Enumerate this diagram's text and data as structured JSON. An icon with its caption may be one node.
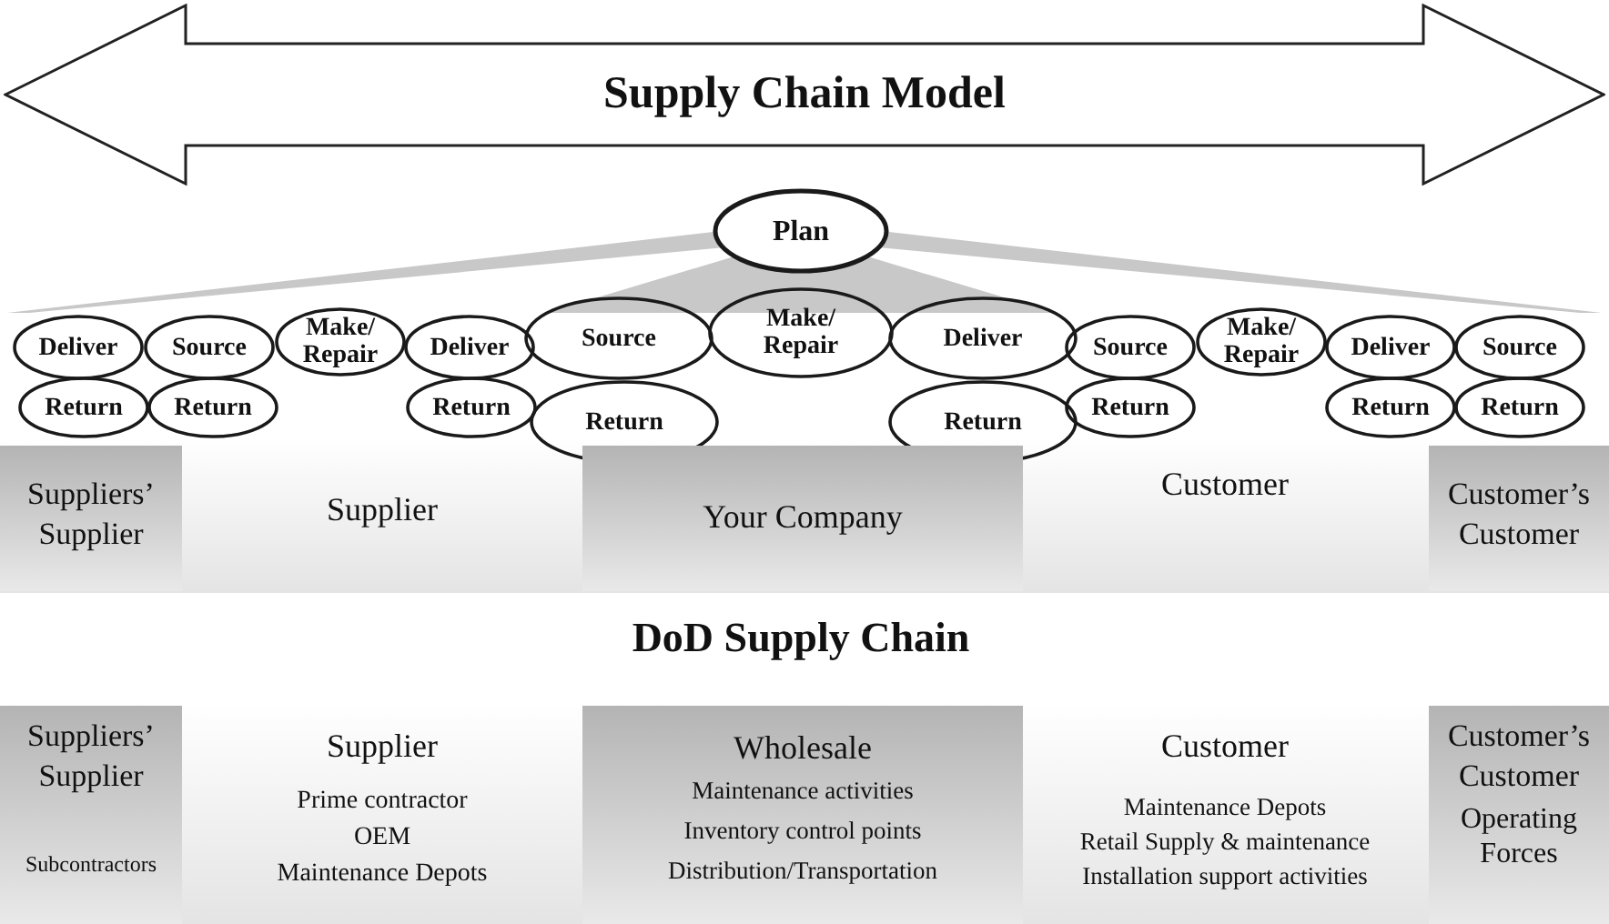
{
  "diagram": {
    "nodes": [
      {
        "text": [
          "Supply Chain Model"
        ]
      },
      {
        "text": [
          "Plan"
        ]
      },
      {
        "text": [
          "Deliver"
        ]
      },
      {
        "text": [
          "Source"
        ]
      },
      {
        "text": [
          "Make/ Repair"
        ]
      },
      {
        "text": [
          "Deliver"
        ]
      },
      {
        "text": [
          "Source"
        ]
      },
      {
        "text": [
          "Make/ Repair"
        ]
      },
      {
        "text": [
          "Deliver"
        ]
      },
      {
        "text": [
          "Source"
        ]
      },
      {
        "text": [
          "Make/ Repair"
        ]
      },
      {
        "text": [
          "Deliver"
        ]
      },
      {
        "text": [
          "Source"
        ]
      },
      {
        "text": [
          "Return"
        ]
      },
      {
        "text": [
          "Return"
        ]
      },
      {
        "text": [
          "Return"
        ]
      },
      {
        "text": [
          "Return"
        ]
      },
      {
        "text": [
          "Return"
        ]
      },
      {
        "text": [
          "Return"
        ]
      },
      {
        "text": [
          "Return"
        ]
      },
      {
        "text": [
          "Return"
        ]
      },
      {
        "text": [
          "Suppliers’ Supplier"
        ]
      },
      {
        "text": [
          "Your Company"
        ]
      },
      {
        "text": [
          "Customer’s Customer"
        ]
      },
      {
        "text": [
          "Suppliers’ Supplier",
          "Subcontractors"
        ]
      },
      {
        "text": [
          "Wholesale",
          "Maintenance activities",
          "Inventory control points",
          "Distribution/Transportation"
        ]
      },
      {
        "text": [
          "Customer’s Customer",
          "Operating Forces"
        ]
      }
    ],
    "labels": [
      "Supplier",
      "Customer",
      "DoD Supply Chain",
      "Supplier",
      "Prime contractor",
      "OEM",
      "Maintenance Depots",
      "Customer",
      "Maintenance Depots",
      "Retail Supply & maintenance",
      "Installation support activities"
    ]
  }
}
